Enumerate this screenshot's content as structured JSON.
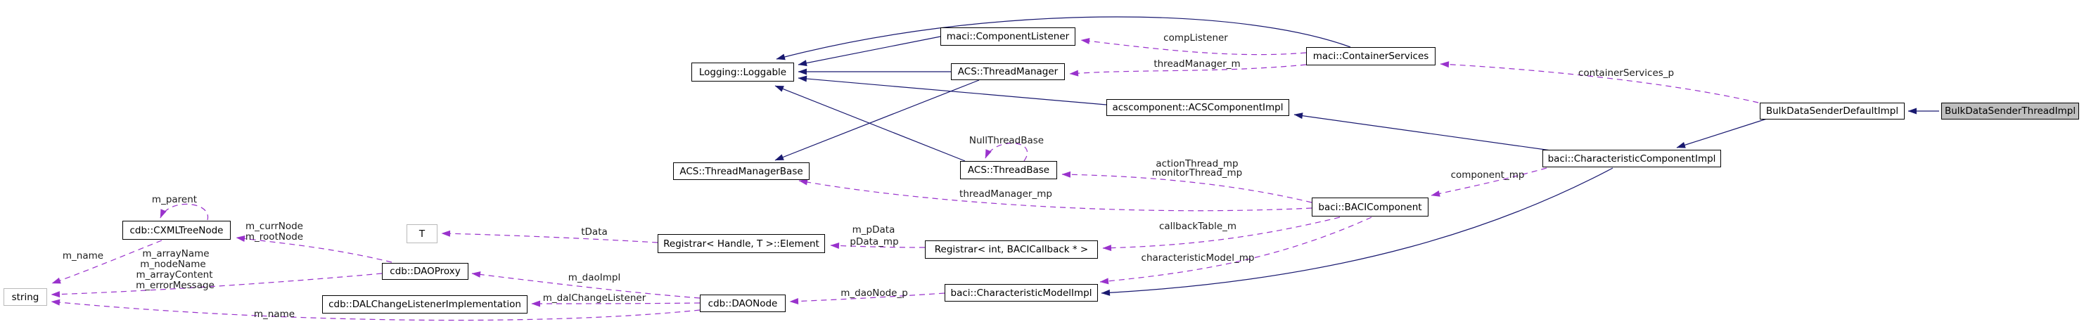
{
  "diagram_type": "doxygen-collaboration-graph",
  "nodes": {
    "loggable": {
      "label": "Logging::Loggable"
    },
    "component_listener": {
      "label": "maci::ComponentListener"
    },
    "thread_manager": {
      "label": "ACS::ThreadManager"
    },
    "container_services": {
      "label": "maci::ContainerServices"
    },
    "acs_component_impl": {
      "label": "acscomponent::ACSComponentImpl"
    },
    "bulk_data_sender_default_impl": {
      "label": "BulkDataSenderDefaultImpl"
    },
    "bulk_data_sender_thread_impl": {
      "label": "BulkDataSenderThreadImpl",
      "highlighted": true
    },
    "characteristic_component_impl": {
      "label": "baci::CharacteristicComponentImpl"
    },
    "thread_base": {
      "label": "ACS::ThreadBase"
    },
    "thread_manager_base": {
      "label": "ACS::ThreadManagerBase"
    },
    "baci_component": {
      "label": "baci::BACIComponent"
    },
    "cxml_tree_node": {
      "label": "cdb::CXMLTreeNode"
    },
    "template_t": {
      "label": "T"
    },
    "registrar_element": {
      "label": "Registrar< Handle, T >::Element"
    },
    "registrar_int": {
      "label": "Registrar< int, BACICallback * >"
    },
    "string": {
      "label": "string"
    },
    "dao_proxy": {
      "label": "cdb::DAOProxy"
    },
    "dal_change_listener_impl": {
      "label": "cdb::DALChangeListenerImplementation"
    },
    "dao_node": {
      "label": "cdb::DAONode"
    },
    "characteristic_model_impl": {
      "label": "baci::CharacteristicModelImpl"
    }
  },
  "edge_labels": {
    "comp_listener": "compListener",
    "thread_manager_m": "threadManager_m",
    "container_services_p": "containerServices_p",
    "null_thread_base": "NullThreadBase",
    "action_thread_mp": "actionThread_mp",
    "monitor_thread_mp": "monitorThread_mp",
    "thread_manager_mp": "threadManager_mp",
    "component_mp": "component_mp",
    "callback_table_m": "callbackTable_m",
    "characteristic_model_mp": "characteristicModel_mp",
    "m_parent": "m_parent",
    "m_curr_node": "m_currNode",
    "m_root_node": "m_rootNode",
    "t_data": "tData",
    "m_p_data": "m_pData",
    "p_data_mp": "pData_mp",
    "m_name_tree": "m_name",
    "m_array_name": "m_arrayName",
    "m_node_name": "m_nodeName",
    "m_array_content": "m_arrayContent",
    "m_error_message": "m_errorMessage",
    "m_dao_impl": "m_daoImpl",
    "m_dal_change_listener": "m_dalChangeListener",
    "m_dao_node_p": "m_daoNode_p",
    "m_name_dao": "m_name"
  },
  "colors": {
    "inheritance_edge": "#191970",
    "usage_edge": "#9932cc",
    "node_border": "#000000",
    "external_node_border": "#b9b9b9",
    "highlight_fill": "#bfbfbf",
    "background": "#ffffff",
    "label_text": "#1c1c1c"
  }
}
